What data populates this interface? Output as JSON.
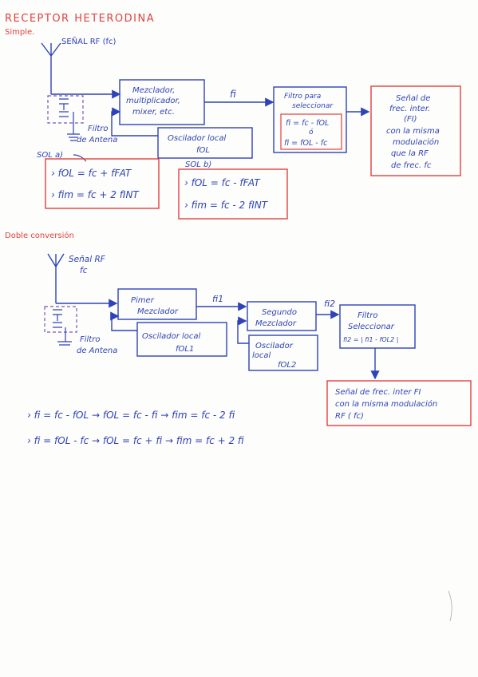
{
  "page": {
    "title": "RECEPTOR HETERODINA",
    "section_simple": "Simple.",
    "section_double": "Doble conversión"
  },
  "simple": {
    "antenna_label": "SEÑAL RF  (fc)",
    "filter_label": [
      "Filtro",
      "de Antena"
    ],
    "mixer_label": [
      "Mezclador,",
      "multiplicador,",
      "mixer, etc."
    ],
    "fi_label": "fi",
    "oscillator_label": [
      "Oscilador local",
      "fOL"
    ],
    "filter_select_label": [
      "Filtro para",
      "seleccionar"
    ],
    "filter_formulas": [
      "fi = fc - fOL",
      "ó",
      "fi = fOL - fc"
    ],
    "output_label": [
      "Señal de",
      "frec. inter.",
      "(FI)",
      "con la misma",
      "modulación",
      "que la RF",
      "de frec. fc"
    ],
    "sol_a_label": "SOL a)",
    "sol_a_lines": [
      "› fOL = fc + fFAT",
      "› fim = fc + 2 fINT"
    ],
    "sol_b_label": "SOL b)",
    "sol_b_lines": [
      "› fOL = fc - fFAT",
      "› fim = fc - 2 fINT"
    ]
  },
  "double": {
    "antenna_label": [
      "Señal RF",
      "fc"
    ],
    "filter_label": [
      "Filtro",
      "de Antena"
    ],
    "mixer1_label": [
      "Pimer",
      "Mezclador"
    ],
    "fi1_label": "fi1",
    "osc1_label": [
      "Oscilador local",
      "fOL1"
    ],
    "mixer2_label": [
      "Segundo",
      "Mezclador"
    ],
    "fi2_label": "fi2",
    "osc2_label": [
      "Oscilador",
      "local",
      "fOL2"
    ],
    "filter_label2": [
      "Filtro",
      "Seleccionar",
      "fi2 = | fi1 - fOL2 |"
    ],
    "output_label": [
      "Señal de frec. inter FI",
      "con la misma modulación",
      "RF ( fc)"
    ]
  },
  "formulas": [
    "› fi = fc - fOL  →  fOL = fc - fi  →  fim = fc - 2 fi",
    "› fi = fOL - fc  →  fOL = fc + fi  →  fim = fc + 2 fi"
  ],
  "colors": {
    "ink_blue": "#2f43b8",
    "ink_red": "#e0403f",
    "paper": "#fdfdfb"
  }
}
